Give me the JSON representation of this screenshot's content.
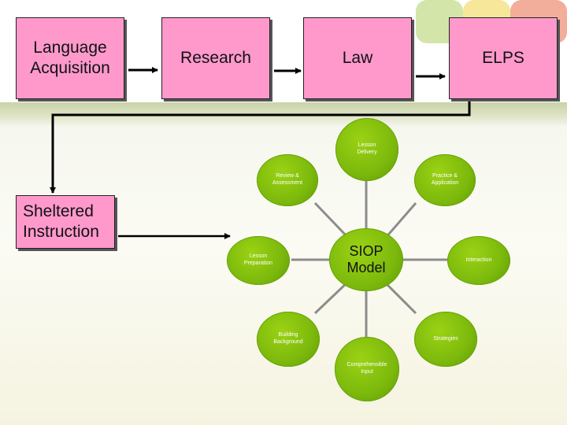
{
  "boxes": {
    "language_acquisition": "Language Acquisition",
    "research": "Research",
    "law": "Law",
    "elps": "ELPS",
    "sheltered_instruction": "Sheltered Instruction"
  },
  "siop": {
    "hub": "SIOP Model",
    "components": {
      "lesson_delivery": "Lesson Delivery",
      "review_assessment": "Review & Assessment",
      "practice_application": "Practice & Application",
      "lesson_preparation": "Lesson Preparation",
      "interaction": "Interaction",
      "building_background": "Building Background",
      "strategies": "Strategies",
      "comprehensible_input": "Comprehensible Input"
    }
  },
  "colors": {
    "box_fill": "#ff99cc",
    "node_fill": "#7cb90c",
    "spoke": "#8c8c8c",
    "arrow": "#000000"
  }
}
